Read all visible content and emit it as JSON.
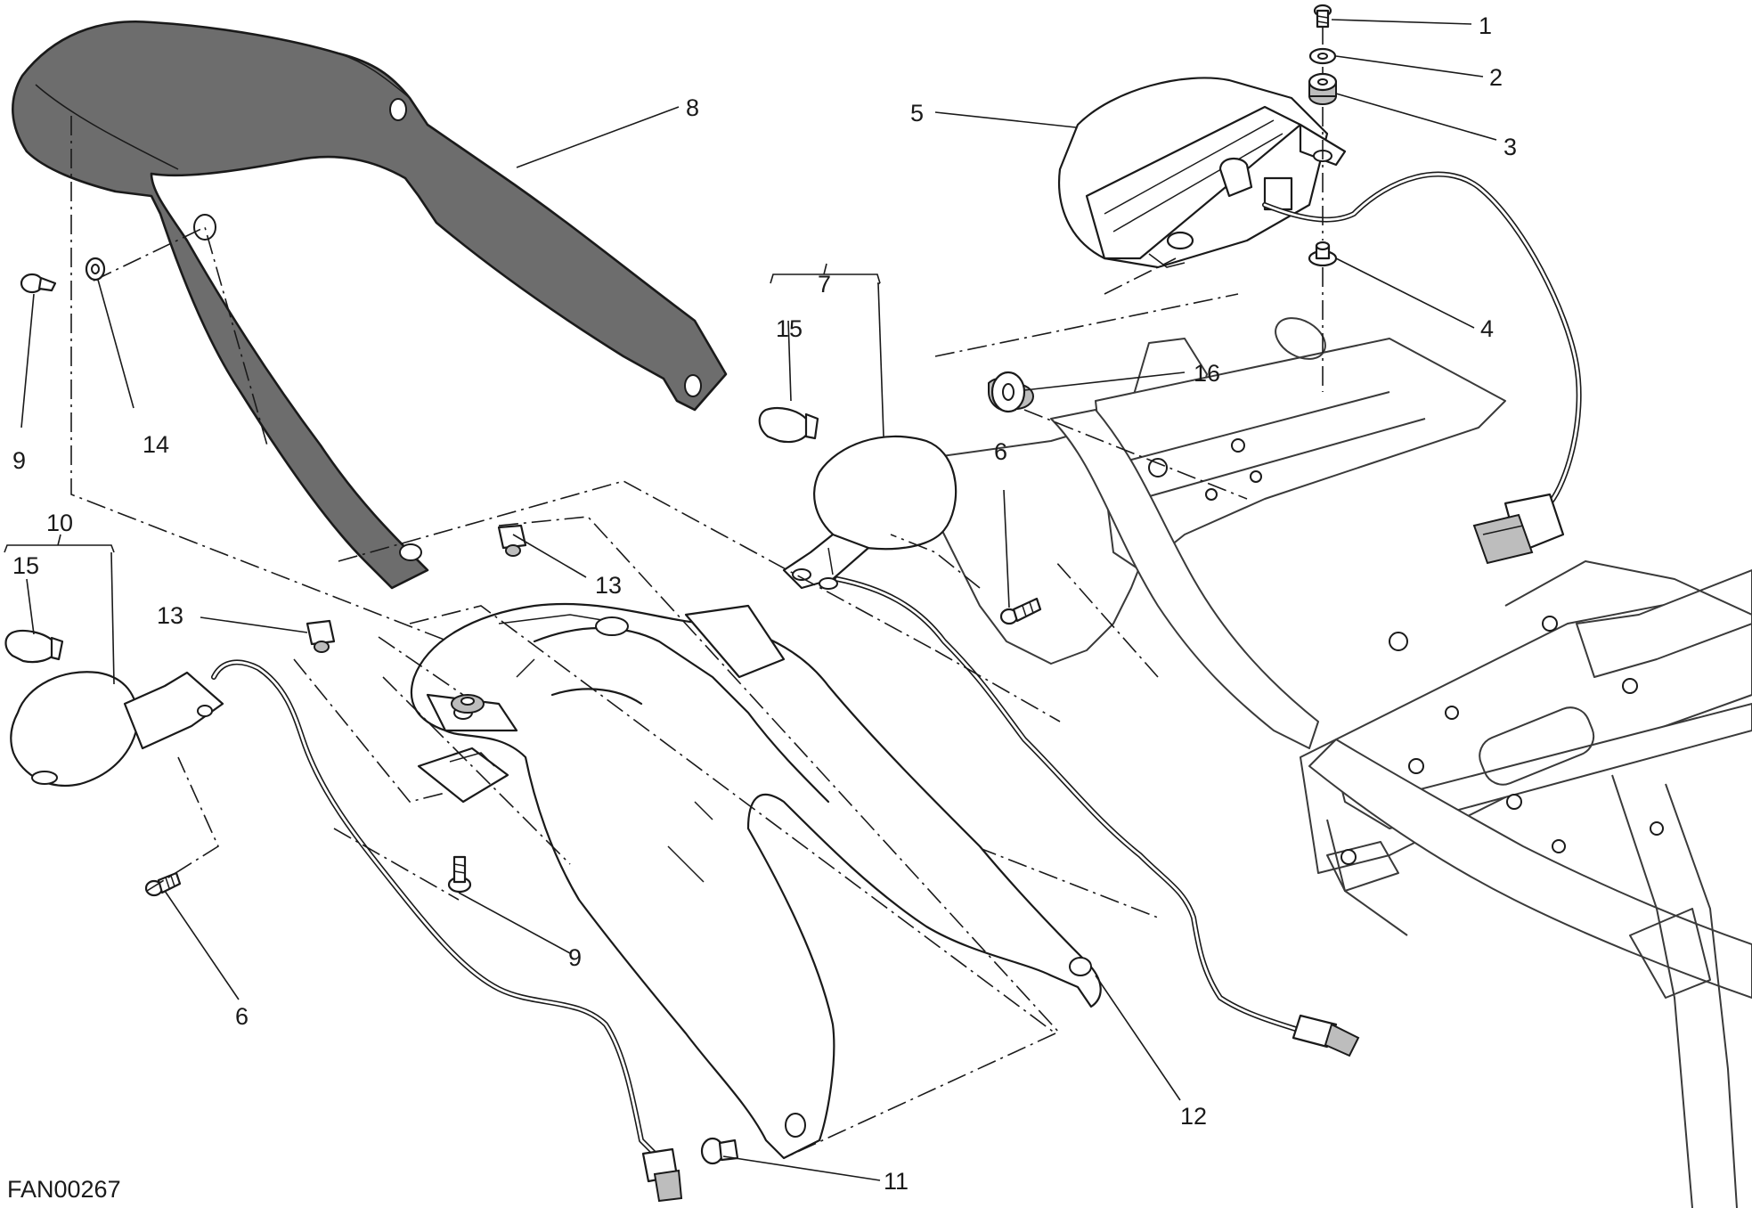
{
  "drawing_code": "FAN00267",
  "callouts": {
    "c1": "1",
    "c2": "2",
    "c3": "3",
    "c4": "4",
    "c5": "5",
    "c6a": "6",
    "c6b": "6",
    "c7": "7",
    "c8": "8",
    "c9a": "9",
    "c9b": "9",
    "c10": "10",
    "c11": "11",
    "c12": "12",
    "c13a": "13",
    "c13b": "13",
    "c14": "14",
    "c15a": "15",
    "c15b": "15",
    "c16": "16"
  },
  "colors": {
    "line": "#1a1a1a",
    "cover_fill": "#6d6d6d",
    "background": "#ffffff"
  }
}
